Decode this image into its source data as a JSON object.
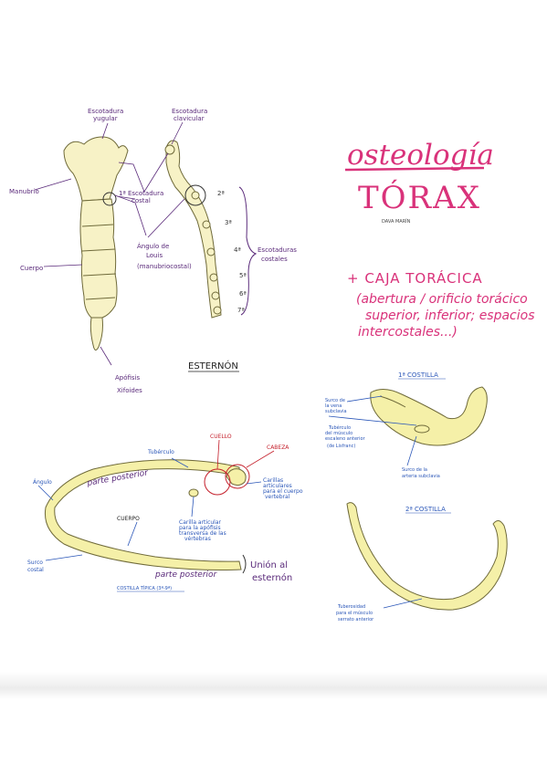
{
  "colors": {
    "bone_fill": "#f5f0a8",
    "bone_stroke": "#6f6a3a",
    "sternum_fill": "#f7f2c6",
    "purple": "#5a2a7a",
    "pink": "#d9327a",
    "blue": "#2a56b8",
    "red": "#c41e2a",
    "dark": "#333333"
  },
  "title": {
    "main": "osteología",
    "sub": "TÓRAX",
    "author": "DAVA MARÍN"
  },
  "intro": {
    "line1": "+ CAJA TORÁCICA",
    "line2": "(abertura / orificio torácico",
    "line3": "superior, inferior; espacios",
    "line4": "intercostales...)"
  },
  "sternum": {
    "title": "ESTERNÓN",
    "labels": {
      "yugular_1": "Escotadura",
      "yugular_2": "yugular",
      "clavicular_1": "Escotadura",
      "clavicular_2": "clavicular",
      "manubrio": "Manubrio",
      "costal_1": "1ª Escotadura",
      "costal_2": "costal",
      "louis_1": "Ángulo de",
      "louis_2": "Louis",
      "louis_3": "(manubriocostal)",
      "cuerpo": "Cuerpo",
      "apofisis_1": "Apófisis",
      "apofisis_2": "Xifoides",
      "costales_1": "Escotaduras",
      "costales_2": "costales"
    },
    "notch_numbers": [
      "2ª",
      "3ª",
      "4ª",
      "5ª",
      "6ª",
      "7ª"
    ]
  },
  "typical_rib": {
    "title": "COSTILLA TÍPICA (3ª-9ª)",
    "labels": {
      "cuello": "CUELLO",
      "cabeza": "CABEZA",
      "tuberculo": "Tubérculo",
      "angulo": "Ángulo",
      "parte_posterior_1": "parte posterior",
      "cuerpo": "CUERPO",
      "carilla_1": "Carilla articular",
      "carilla_2": "para la apófisis",
      "carilla_3": "transversa de las",
      "carilla_4": "vértebras",
      "carillas_cab_1": "Carillas",
      "carillas_cab_2": "articulares",
      "carillas_cab_3": "para el cuerpo",
      "carillas_cab_4": "vertebral",
      "surco_1": "Surco",
      "surco_2": "costal",
      "parte_posterior_2": "parte posterior",
      "union_1": "Unión al",
      "union_2": "esternón"
    }
  },
  "first_rib": {
    "title": "1ª COSTILLA",
    "labels": {
      "surco_vena_1": "Surco de",
      "surco_vena_2": "la vena",
      "surco_vena_3": "subclavia",
      "tuberculo_1": "Tubérculo",
      "tuberculo_2": "del músculo",
      "tuberculo_3": "escaleno anterior",
      "tuberculo_4": "(de Lisfranc)",
      "surco_arteria_1": "Surco de la",
      "surco_arteria_2": "arteria subclavia"
    }
  },
  "second_rib": {
    "title": "2ª COSTILLA",
    "labels": {
      "tuberosidad_1": "Tuberosidad",
      "tuberosidad_2": "para el músculo",
      "tuberosidad_3": "serrato anterior"
    }
  }
}
